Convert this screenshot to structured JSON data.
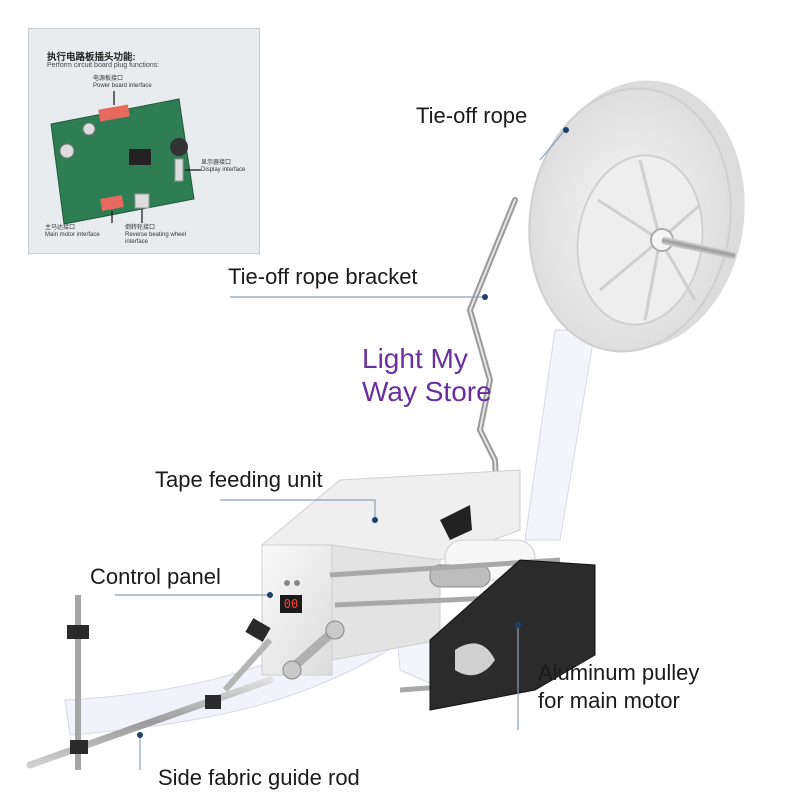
{
  "inset": {
    "title": "执行电路板插头功能:",
    "subtitle": "Perform circuit board plug functions:",
    "labels": {
      "power_cn": "电源板接口",
      "power_en": "Power board interface",
      "display_cn": "显示器接口",
      "display_en": "Display interface",
      "motor_cn": "主马达接口",
      "motor_en": "Main motor interface",
      "wheel_cn": "倒转轮接口",
      "wheel_en": "Reverse beating wheel interface"
    }
  },
  "callouts": {
    "tie_off_rope": "Tie-off rope",
    "tie_off_rope_bracket": "Tie-off rope bracket",
    "tape_feeding_unit": "Tape feeding unit",
    "control_panel": "Control panel",
    "aluminum_pulley_line1": "Aluminum pulley",
    "aluminum_pulley_line2": "for main motor",
    "side_fabric_guide_rod": "Side fabric guide rod"
  },
  "watermark": {
    "line1": "Light My",
    "line2": "Way Store"
  },
  "display": {
    "readout": "00"
  },
  "colors": {
    "callout_dot": "#1f3f6d",
    "watermark": "#6a2e9e",
    "pcb": "#2f7d55",
    "machine_body": "#f2f2f2",
    "side_plate": "#2b2b2b"
  }
}
